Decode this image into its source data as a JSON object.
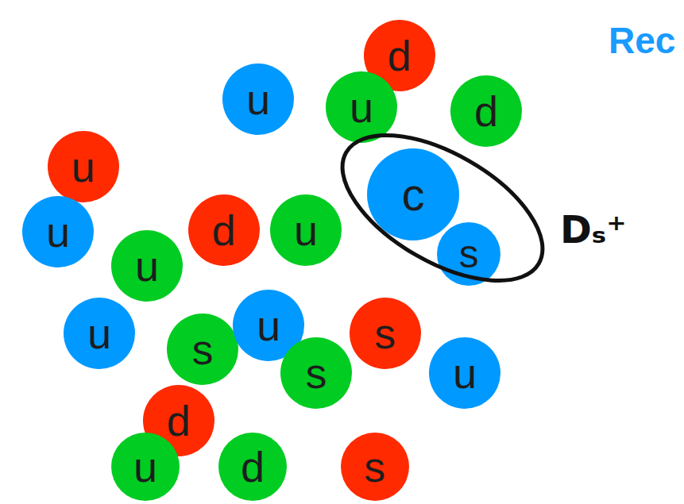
{
  "diagram": {
    "nodes": [
      {
        "text": [
          "d"
        ]
      },
      {
        "text": [
          "u"
        ]
      },
      {
        "text": [
          "u"
        ]
      },
      {
        "text": [
          "d"
        ]
      },
      {
        "text": [
          "u"
        ]
      },
      {
        "text": [
          "Dₛ⁺"
        ]
      },
      {
        "text": [
          "c"
        ],
        "in": 5
      },
      {
        "text": [
          "u"
        ]
      },
      {
        "text": [
          "d"
        ]
      },
      {
        "text": [
          "u"
        ]
      },
      {
        "text": [
          "u"
        ]
      },
      {
        "text": [
          "s"
        ],
        "in": 5
      },
      {
        "text": [
          "u"
        ]
      },
      {
        "text": [
          "s"
        ]
      },
      {
        "text": [
          "u"
        ]
      },
      {
        "text": [
          "s"
        ]
      },
      {
        "text": [
          "s"
        ]
      },
      {
        "text": [
          "u"
        ]
      },
      {
        "text": [
          "d"
        ]
      },
      {
        "text": [
          "u"
        ]
      },
      {
        "text": [
          "d"
        ]
      },
      {
        "text": [
          "s"
        ]
      }
    ],
    "labels": [
      "Rec"
    ]
  }
}
